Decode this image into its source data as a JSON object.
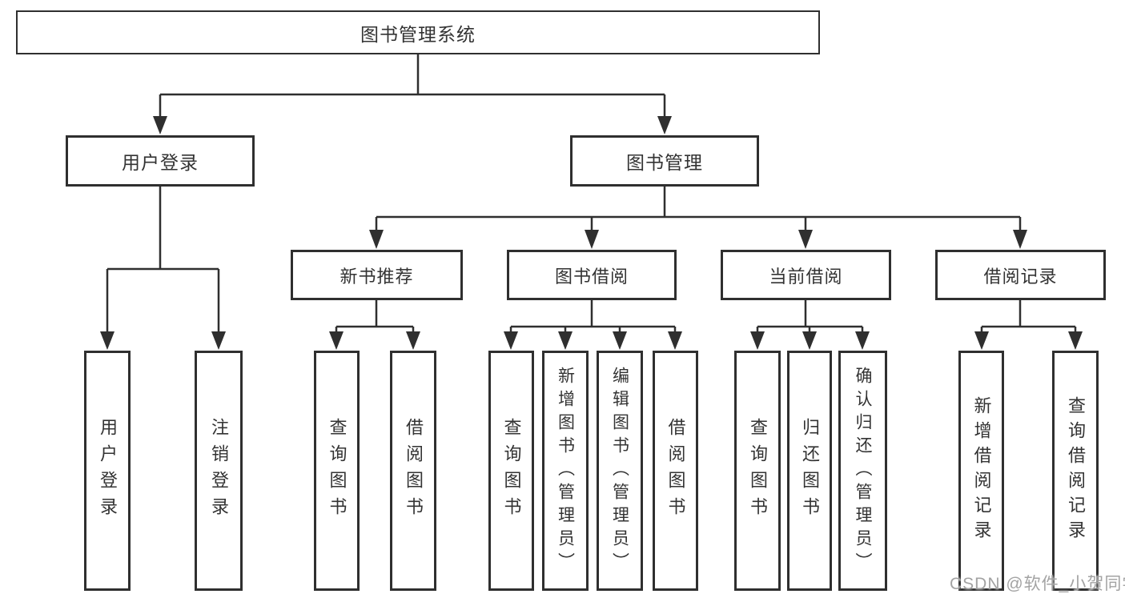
{
  "diagram": {
    "tree": {
      "root": {
        "label": "图书管理系统",
        "children": [
          {
            "label": "用户登录",
            "children": [
              {
                "label": "用户登录"
              },
              {
                "label": "注销登录"
              }
            ]
          },
          {
            "label": "图书管理",
            "children": [
              {
                "label": "新书推荐",
                "children": [
                  {
                    "label": "查询图书"
                  },
                  {
                    "label": "借阅图书"
                  }
                ]
              },
              {
                "label": "图书借阅",
                "children": [
                  {
                    "label": "查询图书"
                  },
                  {
                    "label": "新增图书（管理员）"
                  },
                  {
                    "label": "编辑图书（管理员）"
                  },
                  {
                    "label": "借阅图书"
                  }
                ]
              },
              {
                "label": "当前借阅",
                "children": [
                  {
                    "label": "查询图书"
                  },
                  {
                    "label": "归还图书"
                  },
                  {
                    "label": "确认归还（管理员）"
                  }
                ]
              },
              {
                "label": "借阅记录",
                "children": [
                  {
                    "label": "新增借阅记录"
                  },
                  {
                    "label": "查询借阅记录"
                  }
                ]
              }
            ]
          }
        ]
      }
    },
    "watermark": "CSDN @软件_小贺同学",
    "colors": {
      "line": "#2f2f2f",
      "box_border": "#2f2f2f",
      "box_fill": "#ffffff",
      "text": "#333333",
      "watermark": "#a3a3a3"
    }
  }
}
